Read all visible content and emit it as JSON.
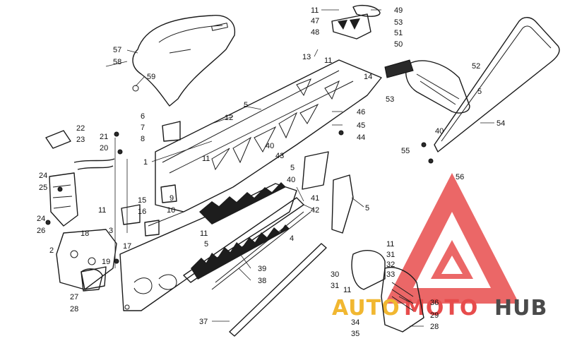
{
  "watermark": {
    "text_a": "AUTO",
    "text_b": "MOTO",
    "text_c": "HUB",
    "color_a": "#f1b731",
    "color_b": "#e74c4c",
    "color_c": "#4a4a4a"
  },
  "callouts": [
    {
      "id": "c11a",
      "label": "11"
    },
    {
      "id": "c49",
      "label": "49"
    },
    {
      "id": "c47",
      "label": "47"
    },
    {
      "id": "c48",
      "label": "48"
    },
    {
      "id": "c53a",
      "label": "53"
    },
    {
      "id": "c51",
      "label": "51"
    },
    {
      "id": "c50",
      "label": "50"
    },
    {
      "id": "c52",
      "label": "52"
    },
    {
      "id": "c57",
      "label": "57"
    },
    {
      "id": "c58",
      "label": "58"
    },
    {
      "id": "c59",
      "label": "59"
    },
    {
      "id": "c13",
      "label": "13"
    },
    {
      "id": "c11b",
      "label": "11"
    },
    {
      "id": "c14",
      "label": "14"
    },
    {
      "id": "c53b",
      "label": "53"
    },
    {
      "id": "c5a",
      "label": "5"
    },
    {
      "id": "c5b",
      "label": "5"
    },
    {
      "id": "c12",
      "label": "12"
    },
    {
      "id": "c46",
      "label": "46"
    },
    {
      "id": "c45",
      "label": "45"
    },
    {
      "id": "c44",
      "label": "44"
    },
    {
      "id": "c54",
      "label": "54"
    },
    {
      "id": "c6",
      "label": "6"
    },
    {
      "id": "c7",
      "label": "7"
    },
    {
      "id": "c8",
      "label": "8"
    },
    {
      "id": "c22",
      "label": "22"
    },
    {
      "id": "c23",
      "label": "23"
    },
    {
      "id": "c21",
      "label": "21"
    },
    {
      "id": "c20",
      "label": "20"
    },
    {
      "id": "c40a",
      "label": "40"
    },
    {
      "id": "c55",
      "label": "55"
    },
    {
      "id": "c56",
      "label": "56"
    },
    {
      "id": "c1",
      "label": "1"
    },
    {
      "id": "c11c",
      "label": "11"
    },
    {
      "id": "c43",
      "label": "43"
    },
    {
      "id": "c40b",
      "label": "40"
    },
    {
      "id": "c5c",
      "label": "5"
    },
    {
      "id": "c40c",
      "label": "40"
    },
    {
      "id": "c24a",
      "label": "24"
    },
    {
      "id": "c25",
      "label": "25"
    },
    {
      "id": "c9",
      "label": "9"
    },
    {
      "id": "c10",
      "label": "10"
    },
    {
      "id": "c41",
      "label": "41"
    },
    {
      "id": "c42",
      "label": "42"
    },
    {
      "id": "c5d",
      "label": "5"
    },
    {
      "id": "c15",
      "label": "15"
    },
    {
      "id": "c16",
      "label": "16"
    },
    {
      "id": "c11d",
      "label": "11"
    },
    {
      "id": "c24b",
      "label": "24"
    },
    {
      "id": "c26",
      "label": "26"
    },
    {
      "id": "c18",
      "label": "18"
    },
    {
      "id": "c3",
      "label": "3"
    },
    {
      "id": "c2",
      "label": "2"
    },
    {
      "id": "c17",
      "label": "17"
    },
    {
      "id": "c11e",
      "label": "11"
    },
    {
      "id": "c5e",
      "label": "5"
    },
    {
      "id": "c4",
      "label": "4"
    },
    {
      "id": "c19",
      "label": "19"
    },
    {
      "id": "c11f",
      "label": "11"
    },
    {
      "id": "c31a",
      "label": "31"
    },
    {
      "id": "c32",
      "label": "32"
    },
    {
      "id": "c33",
      "label": "33"
    },
    {
      "id": "c30",
      "label": "30"
    },
    {
      "id": "c31b",
      "label": "31"
    },
    {
      "id": "c11g",
      "label": "11"
    },
    {
      "id": "c39",
      "label": "39"
    },
    {
      "id": "c38",
      "label": "38"
    },
    {
      "id": "c27",
      "label": "27"
    },
    {
      "id": "c28a",
      "label": "28"
    },
    {
      "id": "c37",
      "label": "37"
    },
    {
      "id": "c36",
      "label": "36"
    },
    {
      "id": "c29",
      "label": "29"
    },
    {
      "id": "c28b",
      "label": "28"
    },
    {
      "id": "c34",
      "label": "34"
    },
    {
      "id": "c35",
      "label": "35"
    }
  ]
}
